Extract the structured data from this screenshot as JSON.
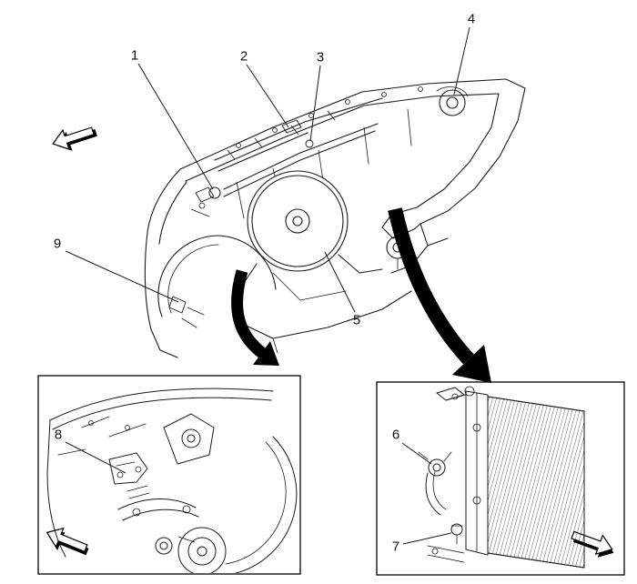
{
  "figure": {
    "background_color": "#ffffff",
    "line_color": "#1a1a1a",
    "arrow_fill_color": "#000000"
  },
  "callouts": {
    "c1": "1",
    "c2": "2",
    "c3": "3",
    "c4": "4",
    "c5": "5",
    "c6": "6",
    "c7": "7",
    "c8": "8",
    "c9": "9"
  }
}
